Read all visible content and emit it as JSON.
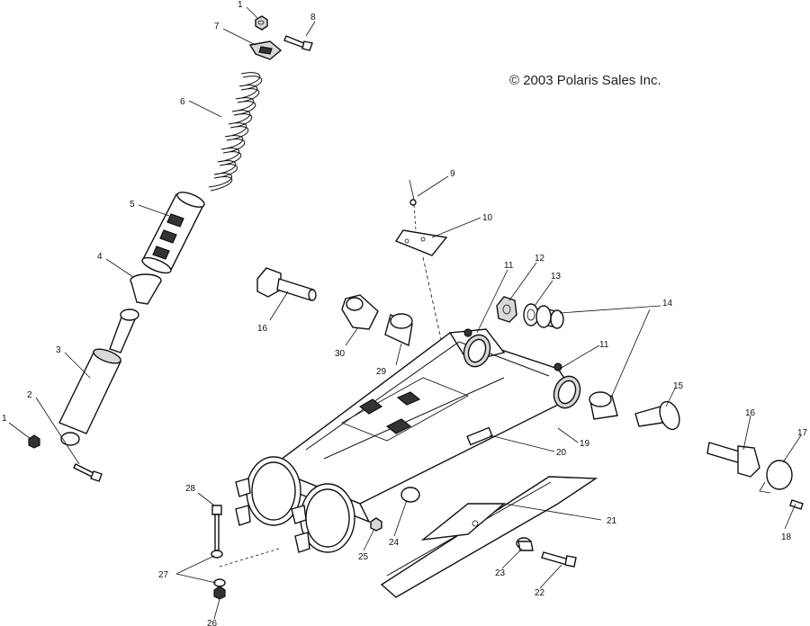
{
  "copyright": "© 2003 Polaris Sales Inc.",
  "callouts": {
    "c1a": "1",
    "c8": "8",
    "c7": "7",
    "c6": "6",
    "c5": "5",
    "c4": "4",
    "c3": "3",
    "c2": "2",
    "c1b": "1",
    "c9": "9",
    "c10": "10",
    "c11a": "11",
    "c12": "12",
    "c13": "13",
    "c14": "14",
    "c16a": "16",
    "c30": "30",
    "c29": "29",
    "c11b": "11",
    "c15": "15",
    "c16b": "16",
    "c17": "17",
    "c18": "18",
    "c19": "19",
    "c20": "20",
    "c21": "21",
    "c22": "22",
    "c23": "23",
    "c24": "24",
    "c25": "25",
    "c26": "26",
    "c27": "27",
    "c28": "28"
  }
}
